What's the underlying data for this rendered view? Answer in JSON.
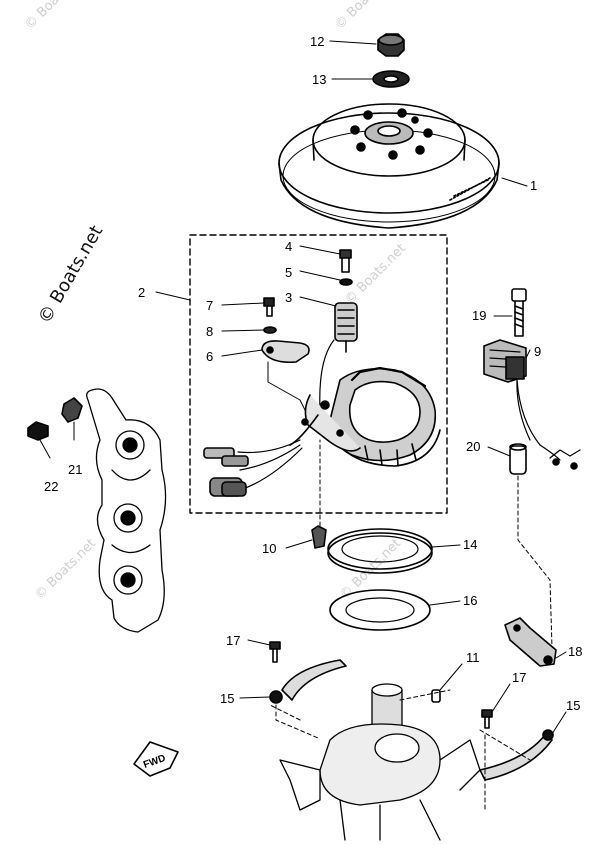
{
  "callouts": {
    "c1": "1",
    "c2": "2",
    "c3": "3",
    "c4": "4",
    "c5": "5",
    "c6": "6",
    "c7": "7",
    "c8": "8",
    "c9": "9",
    "c10": "10",
    "c11": "11",
    "c12": "12",
    "c13": "13",
    "c14": "14",
    "c15a": "15",
    "c15b": "15",
    "c16": "16",
    "c17a": "17",
    "c17b": "17",
    "c18": "18",
    "c19": "19",
    "c20": "20",
    "c21": "21",
    "c22": "22"
  },
  "watermark": {
    "main": "© Boats.net",
    "faint": "© Boats.net"
  },
  "fwd_label": "FWD",
  "colors": {
    "ink": "#000000",
    "watermark": "#cfcfcf"
  }
}
